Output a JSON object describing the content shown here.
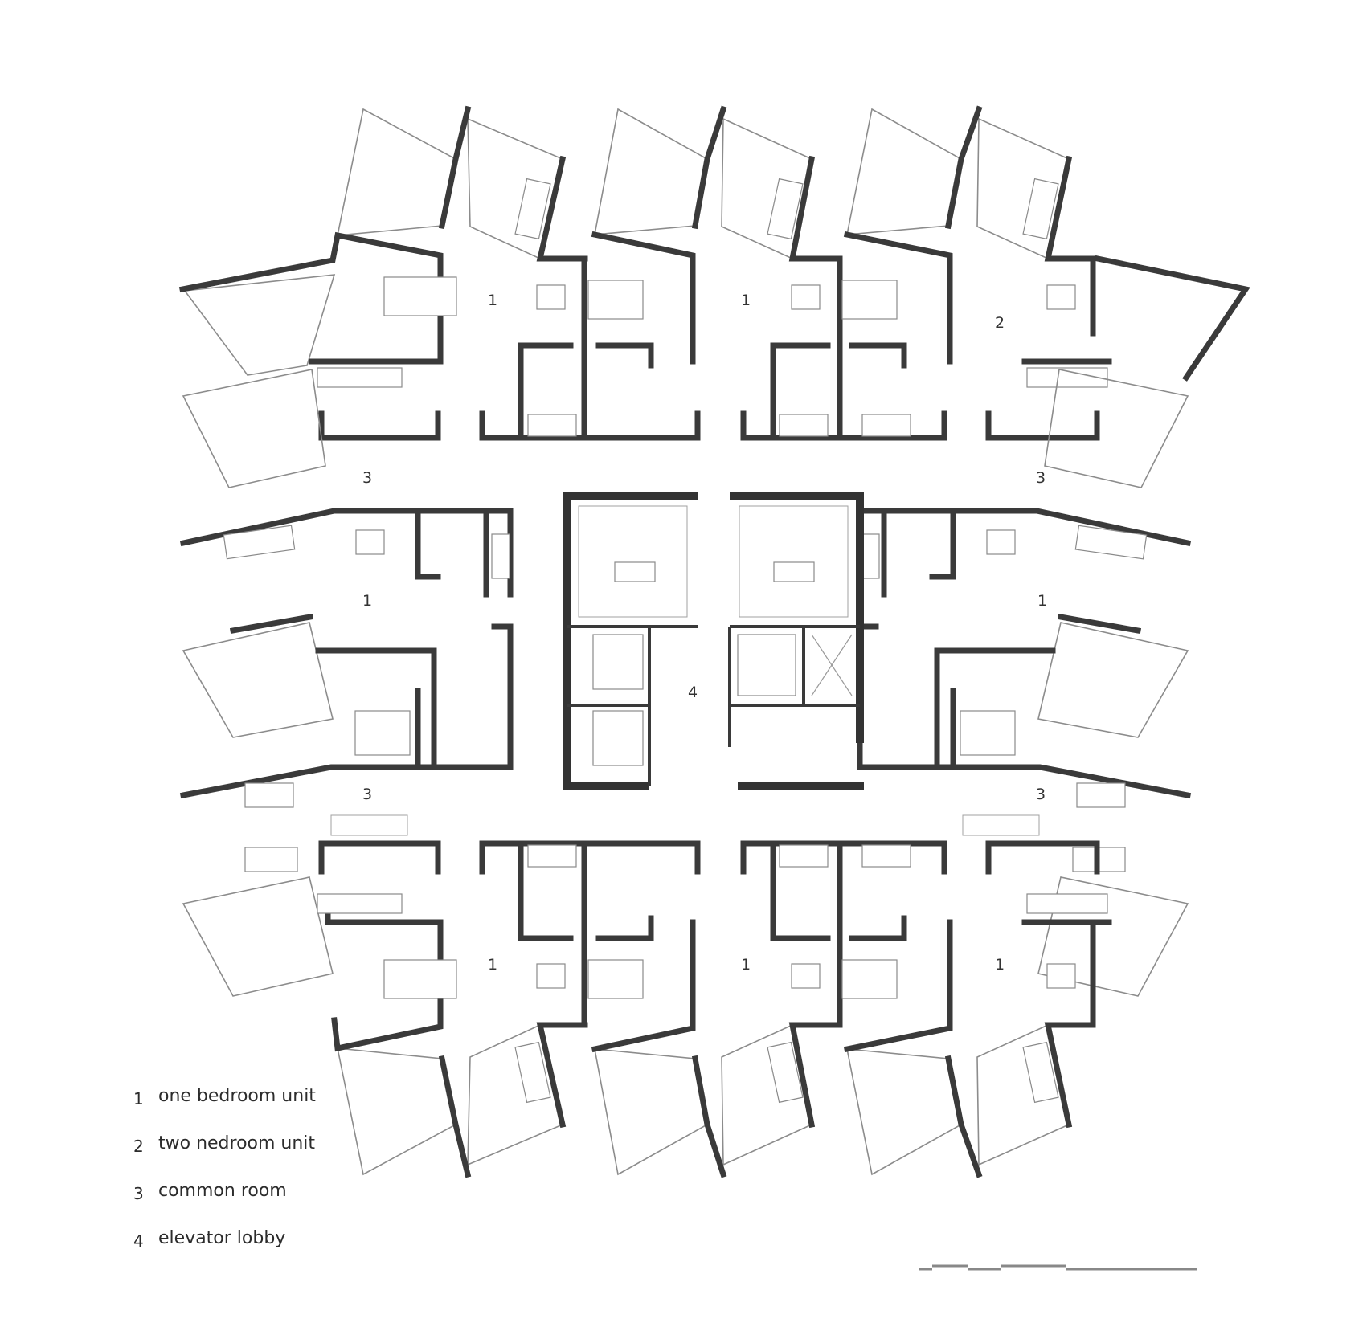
{
  "plan": {
    "unit_labels": [
      {
        "id": "u-top-left",
        "text": "1"
      },
      {
        "id": "u-top-mid",
        "text": "1"
      },
      {
        "id": "u-top-right",
        "text": "2"
      },
      {
        "id": "c-upper-left",
        "text": "3"
      },
      {
        "id": "c-upper-right",
        "text": "3"
      },
      {
        "id": "u-mid-left",
        "text": "1"
      },
      {
        "id": "u-mid-right",
        "text": "1"
      },
      {
        "id": "lobby",
        "text": "4"
      },
      {
        "id": "c-lower-left",
        "text": "3"
      },
      {
        "id": "c-lower-right",
        "text": "3"
      },
      {
        "id": "u-bot-left",
        "text": "1"
      },
      {
        "id": "u-bot-mid",
        "text": "1"
      },
      {
        "id": "u-bot-right",
        "text": "1"
      }
    ]
  },
  "legend": [
    {
      "num": "1",
      "label": "one bedroom unit"
    },
    {
      "num": "2",
      "label": "two nedroom unit"
    },
    {
      "num": "3",
      "label": "common room"
    },
    {
      "num": "4",
      "label": "elevator lobby"
    }
  ]
}
